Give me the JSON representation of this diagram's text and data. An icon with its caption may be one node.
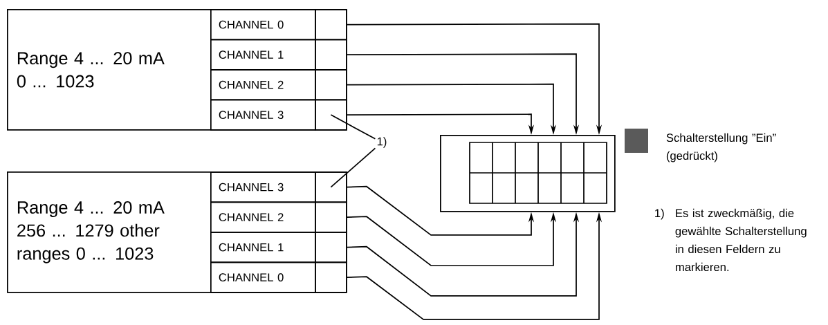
{
  "diagram": {
    "nodes": [
      {
        "text": [
          "Range 4 ... 20 mA 0 ... 1023"
        ]
      },
      {
        "text": [
          "CHANNEL 0"
        ],
        "in": 0
      },
      {
        "text": [],
        "shape": "box",
        "in": 0
      },
      {
        "text": [
          "CHANNEL 1"
        ],
        "in": 0
      },
      {
        "text": [],
        "shape": "box",
        "in": 0
      },
      {
        "text": [
          "CHANNEL 2"
        ],
        "in": 0
      },
      {
        "text": [],
        "shape": "box",
        "in": 0
      },
      {
        "text": [
          "CHANNEL 3"
        ],
        "in": 0
      },
      {
        "text": [],
        "shape": "box",
        "in": 0
      },
      {
        "text": [
          "Range 4 ... 20 mA 256 ... 1279 other ranges 0 ... 1023"
        ]
      },
      {
        "text": [
          "CHANNEL 3"
        ],
        "in": 9
      },
      {
        "text": [],
        "shape": "box",
        "in": 9
      },
      {
        "text": [
          "CHANNEL 2"
        ],
        "in": 9
      },
      {
        "text": [],
        "shape": "box",
        "in": 9
      },
      {
        "text": [
          "CHANNEL 1"
        ],
        "in": 9
      },
      {
        "text": [],
        "shape": "box",
        "in": 9
      },
      {
        "text": [
          "CHANNEL 0"
        ],
        "in": 9
      },
      {
        "text": [],
        "shape": "box",
        "in": 9
      },
      {
        "text": [],
        "shape": "box"
      },
      {
        "text": [
          "1)"
        ]
      }
    ],
    "edges": [
      {
        "from": 2,
        "to": 18,
        "arrow": "to"
      },
      {
        "from": 4,
        "to": 18,
        "arrow": "to"
      },
      {
        "from": 6,
        "to": 18,
        "arrow": "to"
      },
      {
        "from": 8,
        "to": 18,
        "arrow": "to"
      },
      {
        "from": 11,
        "to": 18,
        "arrow": "to"
      },
      {
        "from": 13,
        "to": 18,
        "arrow": "to"
      },
      {
        "from": 15,
        "to": 18,
        "arrow": "to"
      },
      {
        "from": 17,
        "to": 18,
        "arrow": "to"
      },
      {
        "from": 19,
        "to": 8,
        "arrow": "none"
      },
      {
        "from": 19,
        "to": 11,
        "arrow": "none"
      }
    ],
    "labels": [
      "1)",
      "Es ist zweckmäßig, die gewählte Schalterstellung in diesen Feldern zu markieren."
    ],
    "legend": [
      {
        "text": "Schalterstellung ”Ein” (gedrückt)",
        "color": "#5a5a5a"
      }
    ]
  }
}
